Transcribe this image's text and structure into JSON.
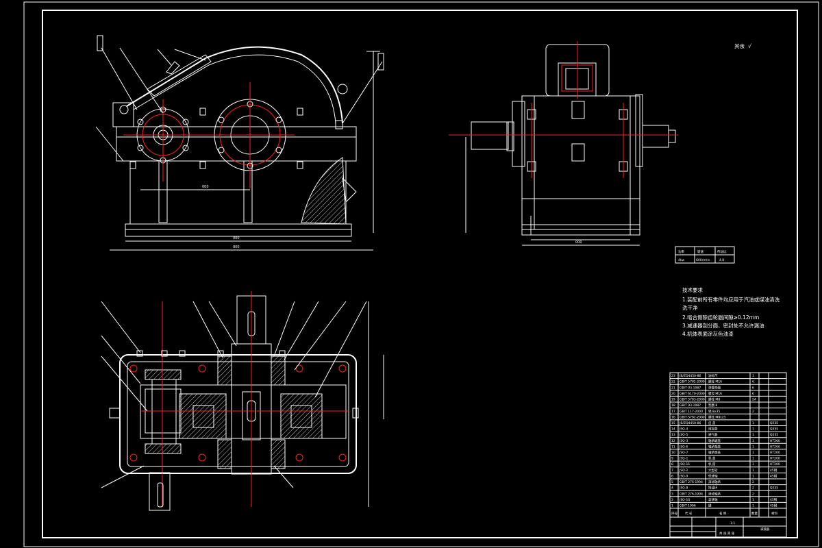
{
  "drawing": {
    "surface_note": "其余",
    "surface_symbol": "√"
  },
  "performance_table": {
    "headers": [
      "功率",
      "转速",
      "传动比"
    ],
    "values": [
      "4kw",
      "600r/min",
      "4.8"
    ]
  },
  "tech_requirements": {
    "title": "技术要求",
    "items": [
      "1.装配前所有零件均应用于汽油或煤油清洗",
      "洗干净",
      "2.啮合侧隙齿轮副间隙≥0.12mm",
      "3.减速器剖分面、密封处不允许漏油",
      "4.机体表面涂灰色油漆"
    ]
  },
  "parts_list": {
    "rows": [
      [
        "23",
        "JB/ZQ4450-86",
        "油标尺",
        "1",
        ""
      ],
      [
        "22",
        "GB/T 5782-2000",
        "螺栓 M16",
        "6",
        ""
      ],
      [
        "21",
        "GB/T 93-1987",
        "弹簧垫圈",
        "6",
        ""
      ],
      [
        "20",
        "GB/T 6170-2000",
        "螺母 M16",
        "6",
        ""
      ],
      [
        "19",
        "GB/T 5783-2000",
        "螺栓 M8",
        "24",
        ""
      ],
      [
        "18",
        "GB/T 93-1987",
        "垫圈 8",
        "",
        ""
      ],
      [
        "17",
        "GB/T 117-2000",
        "销 8x35",
        "2",
        ""
      ],
      [
        "16",
        "GB/T 5782-2000",
        "螺栓 M8x25",
        "",
        ""
      ],
      [
        "15",
        "JB/ZQ4450-86",
        "启 盖",
        "1",
        "Q235"
      ],
      [
        "14",
        "JSQ-4",
        "透视盖",
        "1",
        "Q235"
      ],
      [
        "13",
        "JSQ-5",
        "通气器",
        "1",
        "Q235"
      ],
      [
        "12",
        "JSQ-3",
        "轴承端盖",
        "1",
        "HT200"
      ],
      [
        "11",
        "JSQ-6",
        "轴承端盖",
        "1",
        "HT200"
      ],
      [
        "10",
        "JSQ-7",
        "轴承端盖",
        "1",
        "HT200"
      ],
      [
        "9",
        "JSQ-1",
        "机 盖",
        "1",
        "HT200"
      ],
      [
        "8",
        "JSQ-11",
        "机 座",
        "1",
        "HT200"
      ],
      [
        "7",
        "JSQ-2",
        "大齿轮",
        "1",
        "45钢"
      ],
      [
        "6",
        "JSQ-9",
        "低速轴",
        "1",
        "45钢"
      ],
      [
        "5",
        "GB/T 276-1994",
        "滚动轴承",
        "2",
        ""
      ],
      [
        "4",
        "JSQ-8",
        "挡油环",
        "2",
        "Q235"
      ],
      [
        "3",
        "GB/T 276-1994",
        "滚动轴承",
        "2",
        ""
      ],
      [
        "2",
        "JSQ-10",
        "高速轴",
        "1",
        "45钢"
      ],
      [
        "1",
        "GB/T 1096",
        "键",
        "1",
        "45钢"
      ]
    ],
    "header": [
      "序号",
      "代 号",
      "名 称",
      "数量",
      "材料"
    ],
    "title_block": {
      "drawing_name": "减速器",
      "scale": "1:1",
      "sheet": "共 张 第 张"
    }
  }
}
